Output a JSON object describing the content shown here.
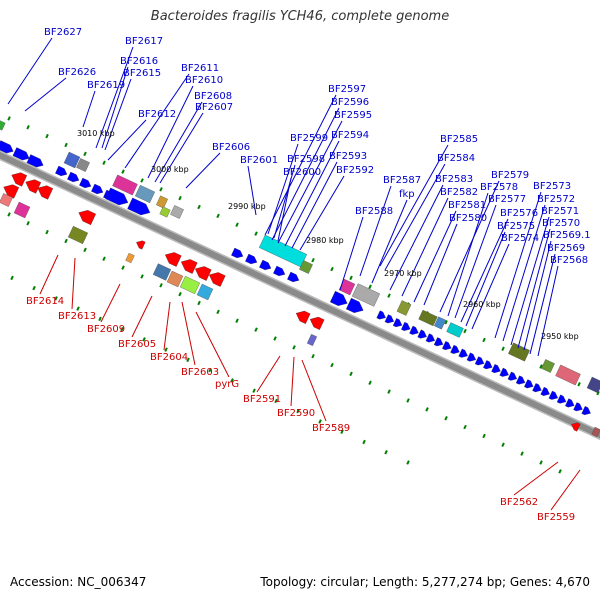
{
  "title": "Bacteroides fragilis YCH46, complete genome",
  "footer": {
    "accession": "Accession: NC_006347",
    "summary": "Topology: circular; Length: 5,277,274 bp; Genes: 4,670"
  },
  "colors": {
    "forward_label": "#0000cc",
    "reverse_label": "#cc0000",
    "forward_gene": "#0000ff",
    "reverse_gene": "#ff0000",
    "backbone": "#8a8a8a",
    "tick": "#008000"
  },
  "scale_labels": [
    "3010 kbp",
    "3000 kbp",
    "2990 kbp",
    "2980 kbp",
    "2970 kbp",
    "2960 kbp",
    "2950 kbp"
  ],
  "forward_labels": [
    "BF2627",
    "BF2617",
    "BF2616",
    "BF2615",
    "BF2626",
    "BF2619",
    "BF2611",
    "BF2610",
    "BF2608",
    "BF2607",
    "BF2612",
    "BF2606",
    "BF2601",
    "BF2597",
    "BF2596",
    "BF2595",
    "BF2594",
    "BF2599",
    "BF2598",
    "BF2593",
    "BF2600",
    "BF2592",
    "BF2585",
    "BF2584",
    "BF2587",
    "fkp",
    "BF2583",
    "BF2582",
    "BF2588",
    "BF2581",
    "BF2580",
    "BF2579",
    "BF2578",
    "BF2577",
    "BF2576",
    "BF2575",
    "BF2574",
    "BF2573",
    "BF2572",
    "BF2571",
    "BF2570",
    "BF2569.1",
    "BF2569",
    "BF2568"
  ],
  "reverse_labels": [
    "BF2614",
    "BF2613",
    "BF2609",
    "BF2605",
    "BF2604",
    "BF2603",
    "pyrG",
    "BF2591",
    "BF2590",
    "BF2589",
    "BF2562",
    "BF2559"
  ]
}
